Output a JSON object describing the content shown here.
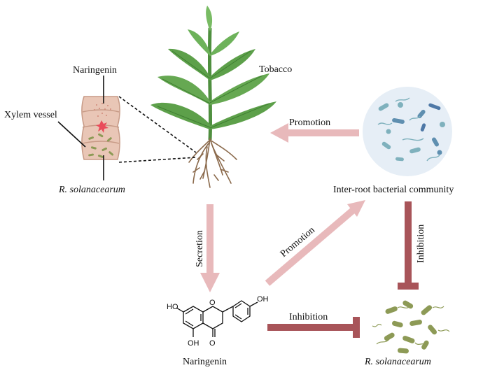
{
  "labels": {
    "naringenin_top": "Naringenin",
    "tobacco": "Tobacco",
    "xylem_vessel": "Xylem vessel",
    "r_solanacearum_left": "R. solanacearum",
    "promotion_top": "Promotion",
    "community": "Inter-root bacterial community",
    "secretion": "Secretion",
    "promotion_diag": "Promotion",
    "inhibition_right": "Inhibition",
    "inhibition_bottom": "Inhibition",
    "naringenin_bottom": "Naringenin",
    "r_solanacearum_bottom": "R. solanacearum"
  },
  "molecule": {
    "oh_top_left": "HO",
    "oh_top_right": "OH",
    "oh_bottom": "OH",
    "ring_o": "O",
    "ketone_o": "O"
  },
  "colors": {
    "promotion": "#e8b9bb",
    "inhibition": "#a85459",
    "leaf": "#5da04a",
    "leaf_dark": "#3f7f32",
    "root": "#8b6a4c",
    "vessel": "#e9c6b6",
    "vessel_edge": "#c79a86",
    "bacteria": "#8d9a56",
    "pathogen_dot": "#e94c5a",
    "community_bg": "#e6eef6",
    "community_cell": "#7fb1bd"
  }
}
